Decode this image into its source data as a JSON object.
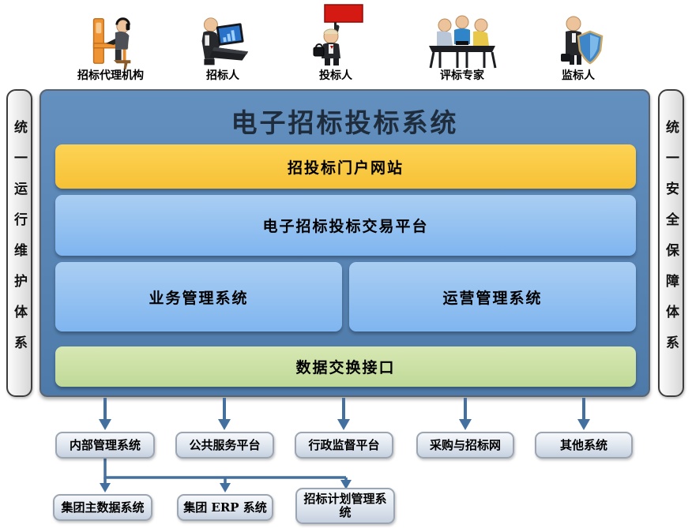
{
  "actors": [
    {
      "label": "招标代理机构",
      "icon": "agent-at-desk-icon"
    },
    {
      "label": "招标人",
      "icon": "person-with-laptop-icon"
    },
    {
      "label": "投标人",
      "icon": "person-with-red-flag-icon"
    },
    {
      "label": "评标专家",
      "icon": "experts-at-table-icon"
    },
    {
      "label": "监标人",
      "icon": "person-with-shield-icon"
    }
  ],
  "pillars": {
    "left": "统一运行维护体系",
    "right": "统一安全保障体系"
  },
  "system": {
    "title": "电子招标投标系统",
    "layers": {
      "portal": "招投标门户网站",
      "trading_platform": "电子招标投标交易平台",
      "business_management": "业务管理系统",
      "operation_management": "运营管理系统",
      "data_exchange": "数据交换接口"
    }
  },
  "external_systems": [
    {
      "label": "内部管理系统"
    },
    {
      "label": "公共服务平台"
    },
    {
      "label": "行政监督平台"
    },
    {
      "label": "采购与招标网"
    },
    {
      "label": "其他系统"
    }
  ],
  "internal_systems": [
    {
      "label": "集团主数据系统"
    },
    {
      "label": "集团 ERP 系统"
    },
    {
      "label": "招标计划管理系统"
    }
  ],
  "colors": {
    "container_blue": "#5884B4",
    "portal_yellow": "#F9C945",
    "platform_blue": "#93C0F1",
    "data_exchange_green": "#CBE0A4",
    "arrow_blue": "#44709F",
    "pillar_gray": "#EDEDED",
    "external_box_gray": "#D9E0EB"
  }
}
